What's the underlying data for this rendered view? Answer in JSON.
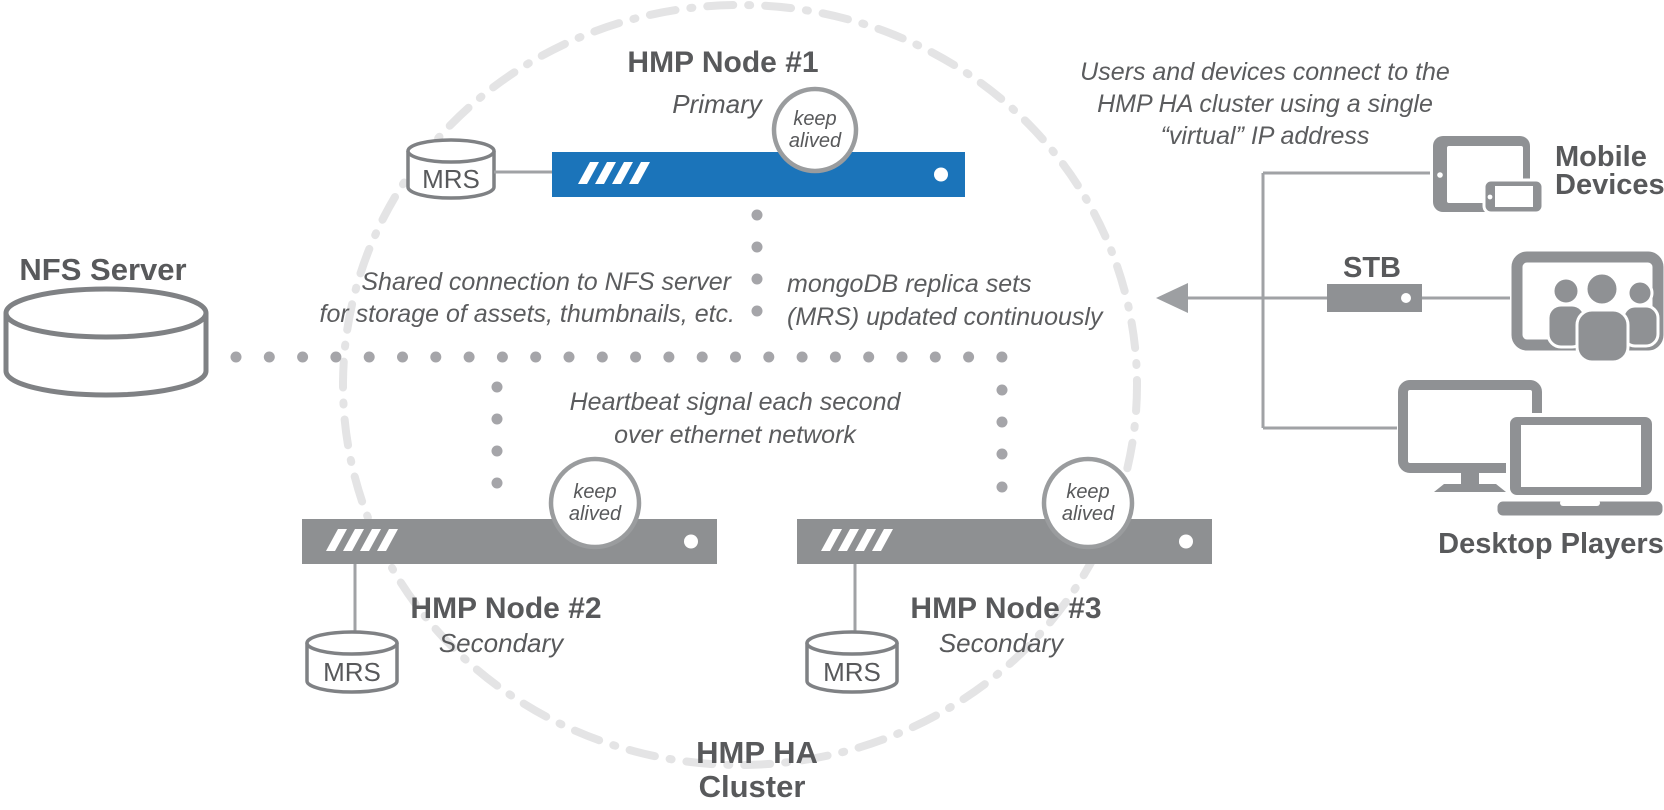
{
  "diagram": {
    "nfs": {
      "label": "NFS Server"
    },
    "cluster": {
      "line1": "HMP HA",
      "line2": "Cluster"
    },
    "nodes": {
      "node1": {
        "title": "HMP Node #1",
        "role": "Primary",
        "mrs": "MRS",
        "keep1": "keep",
        "keep2": "alived"
      },
      "node2": {
        "title": "HMP Node #2",
        "role": "Secondary",
        "mrs": "MRS",
        "keep1": "keep",
        "keep2": "alived"
      },
      "node3": {
        "title": "HMP Node #3",
        "role": "Secondary",
        "mrs": "MRS",
        "keep1": "keep",
        "keep2": "alived"
      }
    },
    "annotations": {
      "shared": {
        "line1": "Shared connection to NFS server",
        "line2": "for storage of assets, thumbnails, etc."
      },
      "mongo": {
        "line1": "mongoDB replica sets",
        "line2": "(MRS) updated continuously"
      },
      "heartbeat": {
        "line1": "Heartbeat signal each second",
        "line2": "over ethernet network"
      },
      "virtual_ip": {
        "line1": "Users and devices connect to the",
        "line2": "HMP HA cluster using a single",
        "line3": "“virtual” IP address"
      }
    },
    "devices": {
      "mobile1": "Mobile",
      "mobile2": "Devices",
      "stb": "STB",
      "desktop": "Desktop Players"
    },
    "colors": {
      "primary_blue": "#1b74ba",
      "node_gray": "#8e9092",
      "icon_gray": "#8f9194",
      "boundary_gray": "#e4e4e5",
      "dot_gray": "#a5a5a9",
      "text_gray": "#58595b"
    }
  }
}
